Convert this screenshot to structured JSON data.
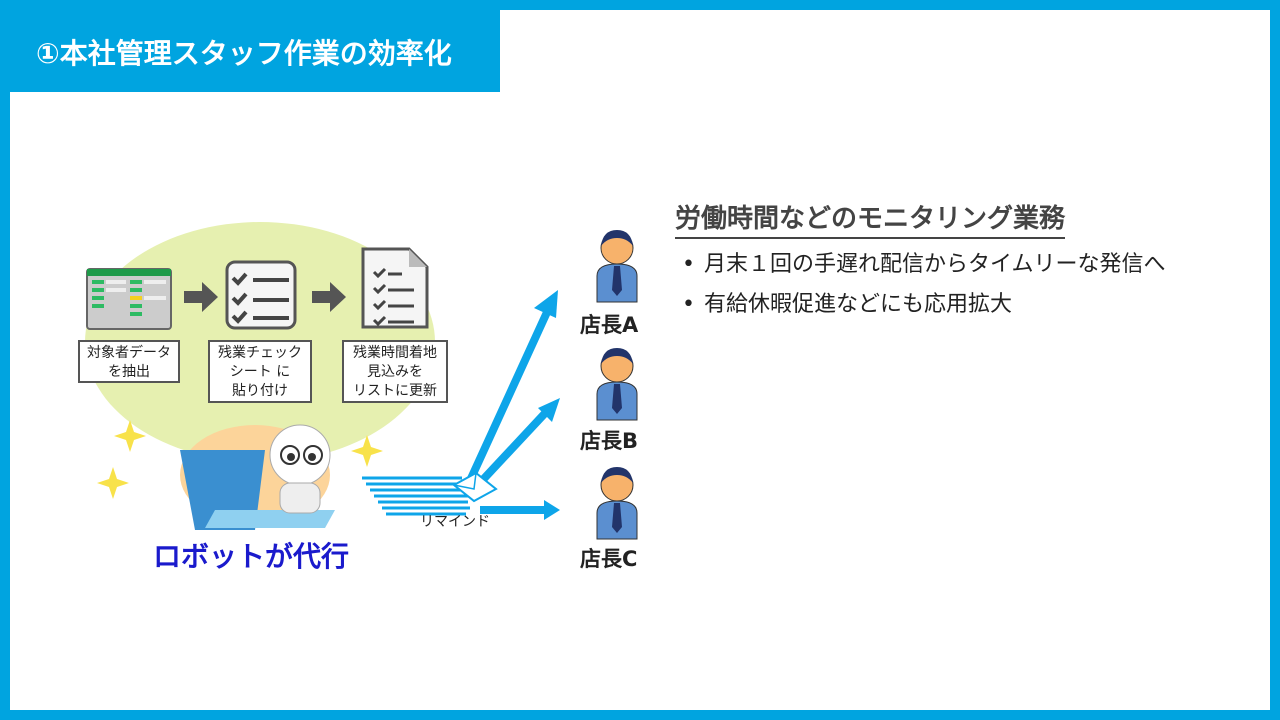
{
  "title": "①本社管理スタッフ作業の効率化",
  "steps": [
    {
      "label": "対象者データ\nを抽出"
    },
    {
      "label": "残業チェック\nシート に\n貼り付け"
    },
    {
      "label": "残業時間着地\n見込みを\nリストに更新"
    }
  ],
  "robot_label": "ロボットが代行",
  "remind_label": "リマインド",
  "managers": [
    "店長A",
    "店長B",
    "店長C"
  ],
  "heading": "労働時間などのモニタリング業務",
  "bullets": [
    "月末１回の手遅れ配信からタイムリーな発信へ",
    "有給休暇促進などにも応用拡大"
  ],
  "colors": {
    "frame": "#00a4e0",
    "robot_label": "#1a1acc",
    "arrow": "#0ea5e9"
  }
}
